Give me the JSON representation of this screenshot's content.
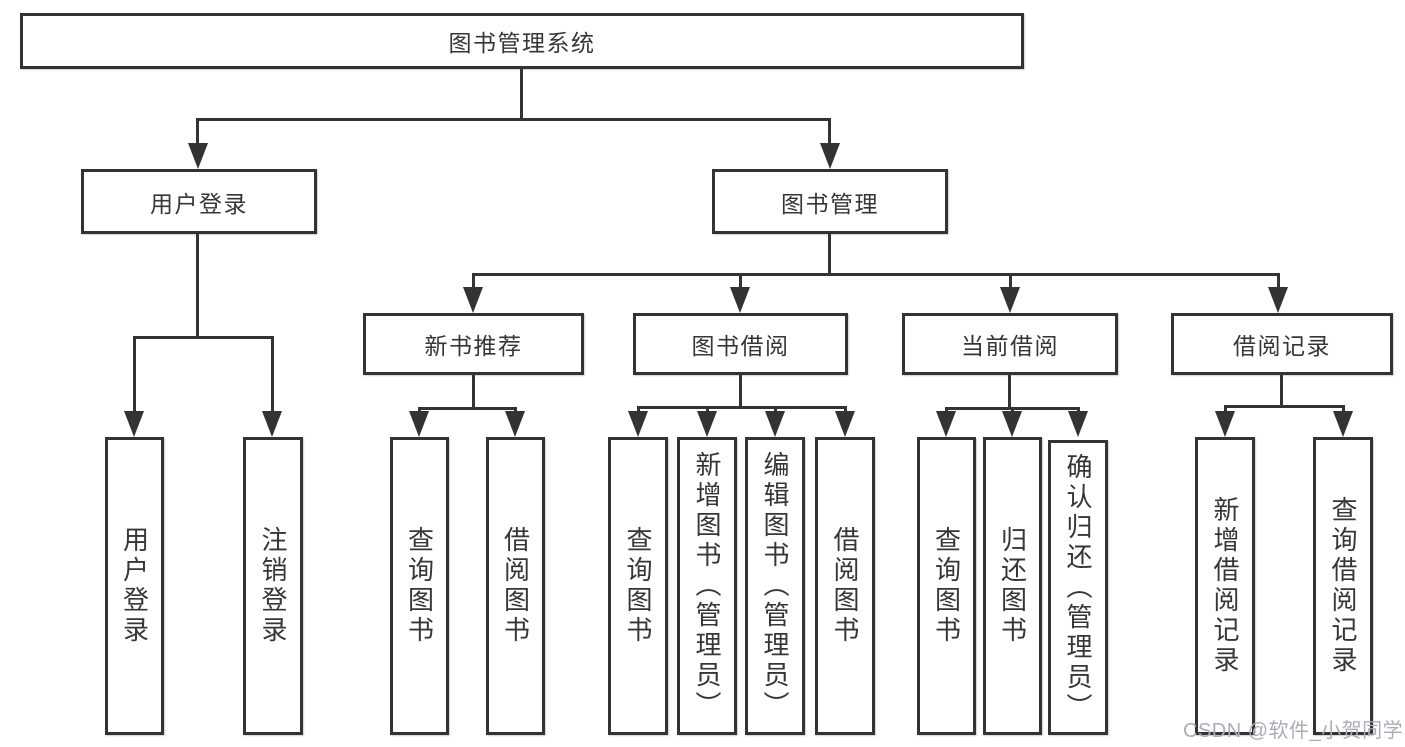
{
  "tree": {
    "root": {
      "label": "图书管理系统"
    },
    "login": {
      "label": "用户登录",
      "children": [
        {
          "label": "用户登录"
        },
        {
          "label": "注销登录"
        }
      ]
    },
    "mgmt": {
      "label": "图书管理",
      "children": [
        {
          "label": "新书推荐",
          "children": [
            {
              "label": "查询图书"
            },
            {
              "label": "借阅图书"
            }
          ]
        },
        {
          "label": "图书借阅",
          "children": [
            {
              "label": "查询图书"
            },
            {
              "label": "新增图书（管理员）"
            },
            {
              "label": "编辑图书（管理员）"
            },
            {
              "label": "借阅图书"
            }
          ]
        },
        {
          "label": "当前借阅",
          "children": [
            {
              "label": "查询图书"
            },
            {
              "label": "归还图书"
            },
            {
              "label": "确认归还（管理员）"
            }
          ]
        },
        {
          "label": "借阅记录",
          "children": [
            {
              "label": "新增借阅记录"
            },
            {
              "label": "查询借阅记录"
            }
          ]
        }
      ]
    }
  },
  "watermark": {
    "text": "CSDN @软件_小贺同学"
  },
  "colors": {
    "line": "#333333",
    "text": "#363636",
    "background": "#ffffff",
    "watermark": "#a9adb5"
  }
}
